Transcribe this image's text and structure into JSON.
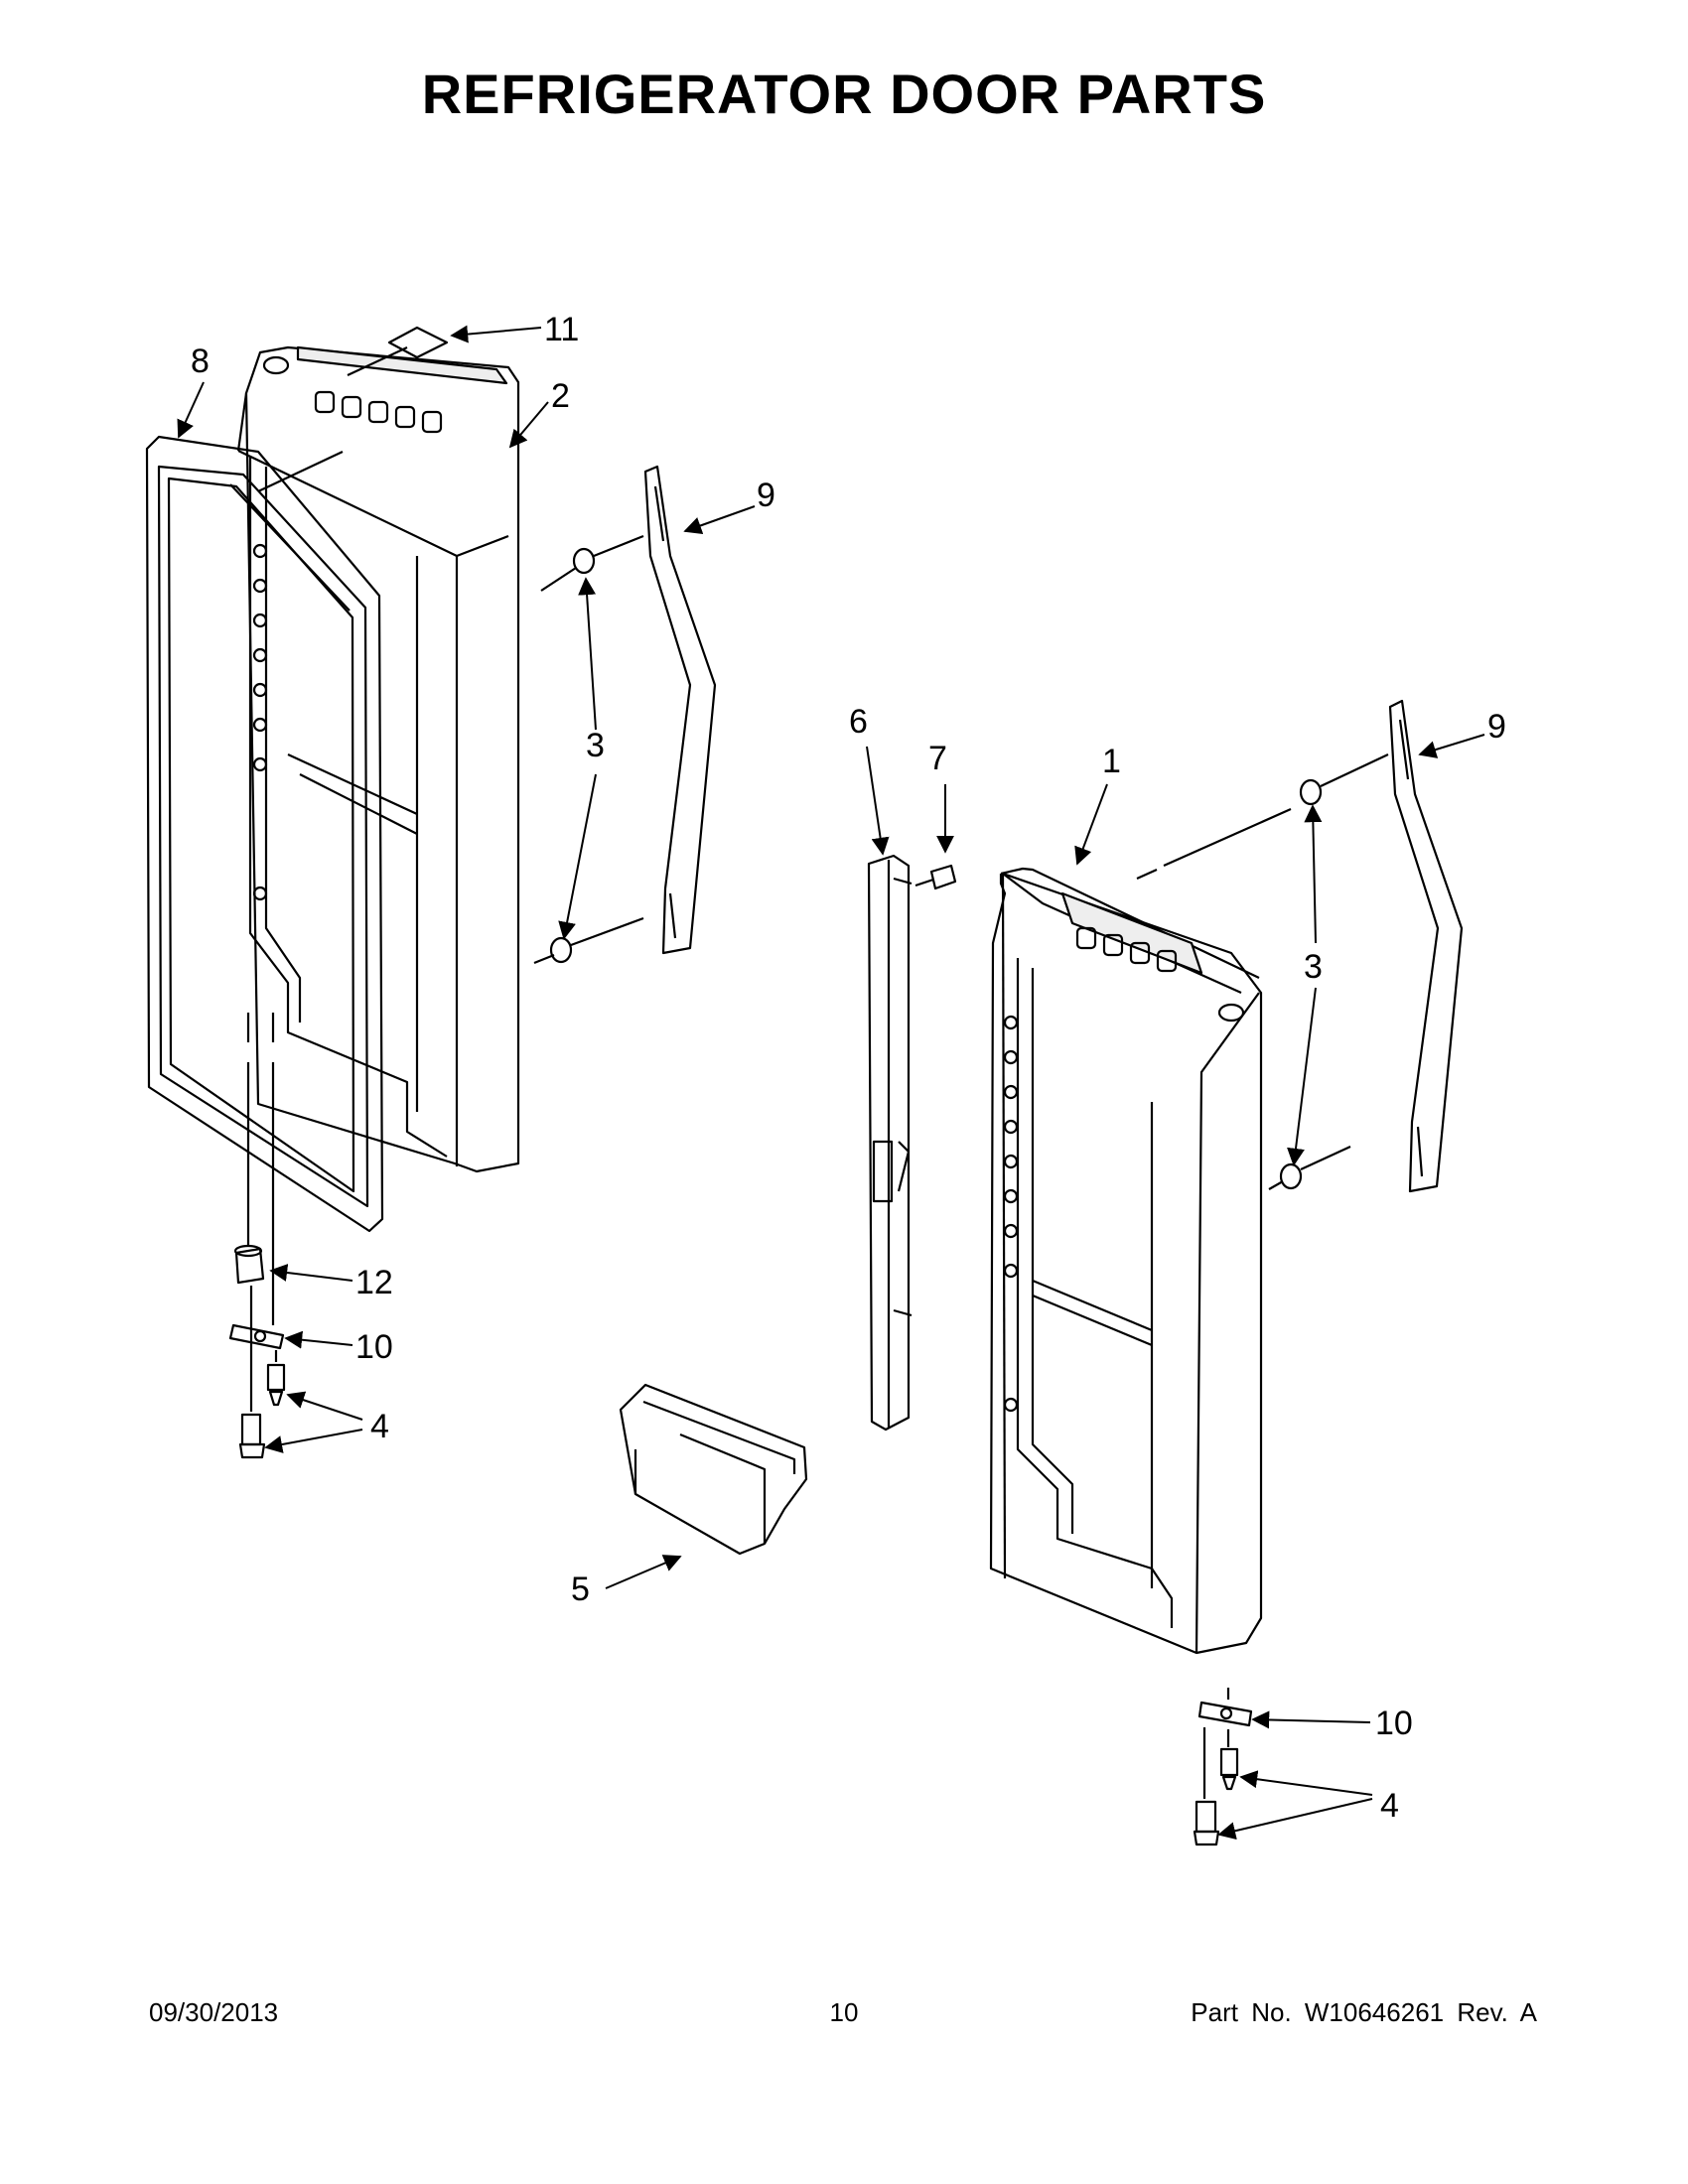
{
  "title": "REFRIGERATOR DOOR PARTS",
  "labels": {
    "l1": "1",
    "l2": "2",
    "l3a": "3",
    "l3b": "3",
    "l4a": "4",
    "l4b": "4",
    "l5": "5",
    "l6": "6",
    "l7": "7",
    "l8": "8",
    "l9a": "9",
    "l9b": "9",
    "l10a": "10",
    "l10b": "10",
    "l11": "11",
    "l12": "12"
  },
  "footer": {
    "date": "09/30/2013",
    "page": "10",
    "part": "Part No.  W10646261  Rev.  A"
  }
}
